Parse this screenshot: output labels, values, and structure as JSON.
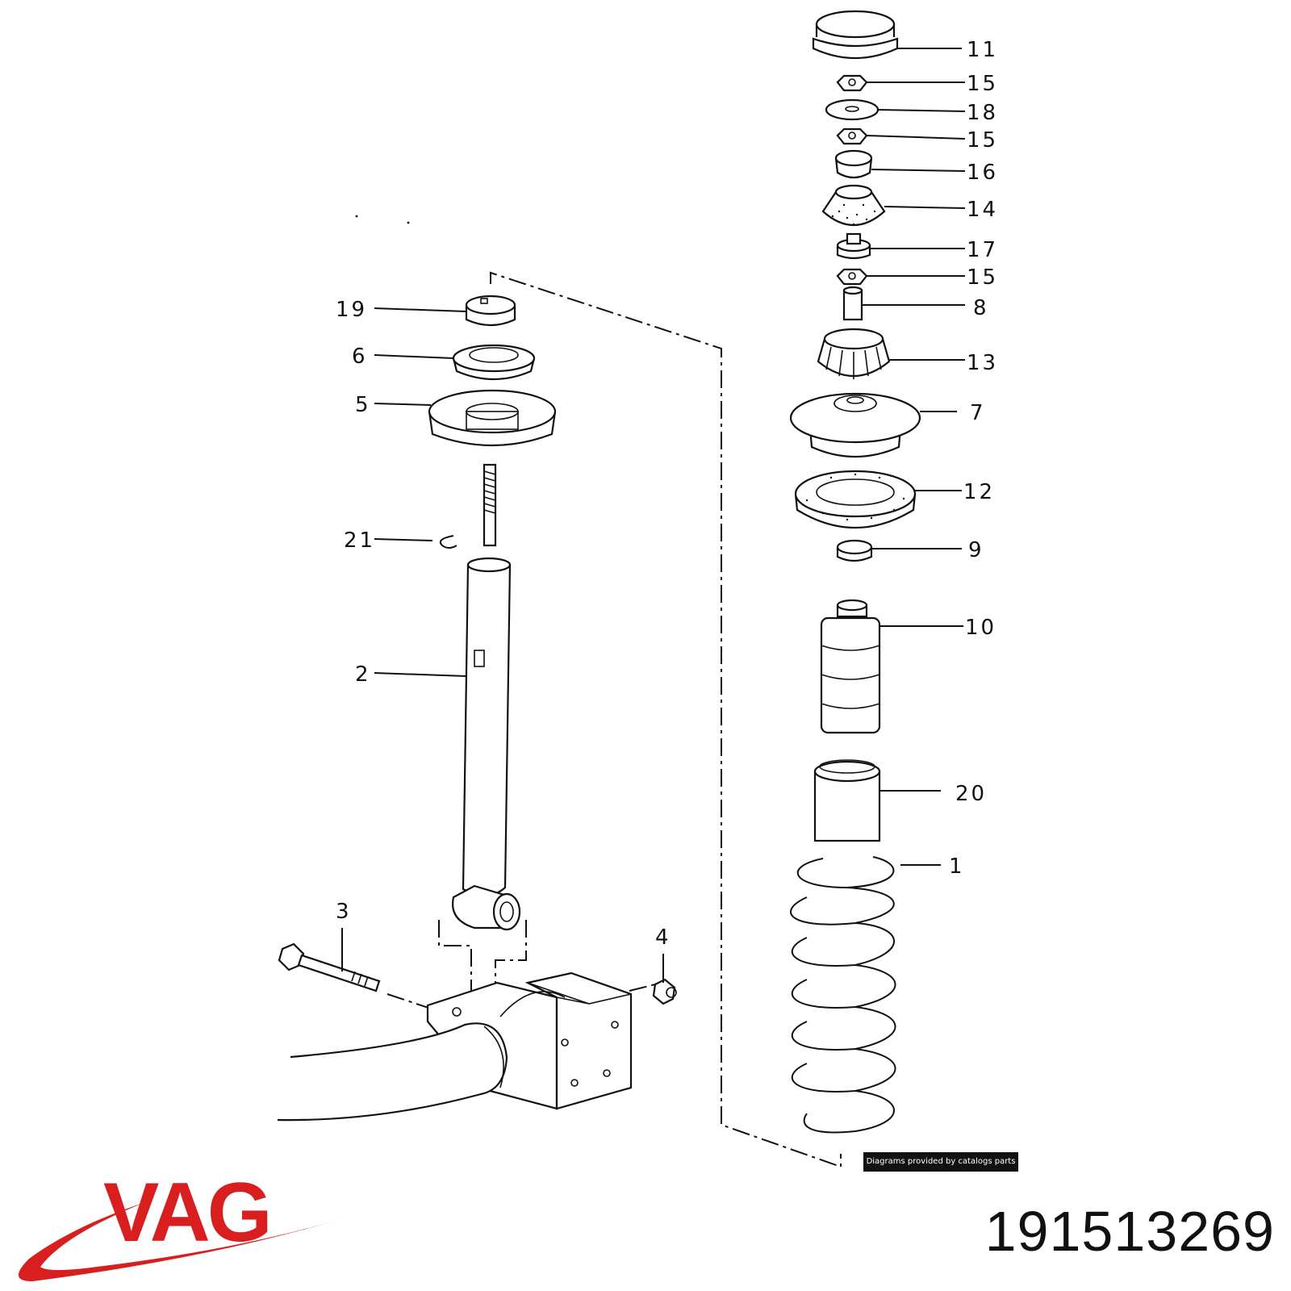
{
  "brand": {
    "logo_text": "VAG",
    "color": "#d81e1e"
  },
  "part_number": "191513269",
  "credit": "Diagrams provided by catalogs parts",
  "callouts": {
    "c11": "11",
    "c15a": "15",
    "c18": "18",
    "c15b": "15",
    "c16": "16",
    "c14": "14",
    "c17": "17",
    "c15c": "15",
    "c8": "8",
    "c13": "13",
    "c7": "7",
    "c12": "12",
    "c9": "9",
    "c10": "10",
    "c20": "20",
    "c1": "1",
    "c19": "19",
    "c6": "6",
    "c5": "5",
    "c21": "21",
    "c2": "2",
    "c3": "3",
    "c4": "4"
  }
}
